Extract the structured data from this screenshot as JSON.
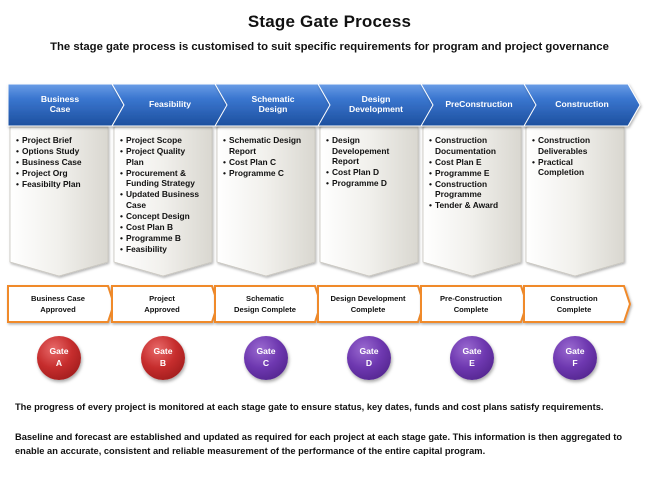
{
  "title": "Stage Gate Process",
  "subtitle": "The stage gate process is customised to suit specific requirements for program and project governance",
  "stages": [
    {
      "label": "Business\nCase",
      "items": [
        "Project Brief",
        "Options Study",
        "Business Case",
        "Project Org",
        "Feasibilty Plan"
      ],
      "approval": "Business Case\nApproved",
      "gate": "Gate\nA",
      "gate_color": "red"
    },
    {
      "label": "Feasibility",
      "items": [
        "Project Scope",
        "Project Quality Plan",
        "Procurement & Funding Strategy",
        "Updated Business Case",
        "Concept Design",
        "Cost Plan B",
        "Programme B",
        "Feasibility"
      ],
      "approval": "Project\nApproved",
      "gate": "Gate\nB",
      "gate_color": "red"
    },
    {
      "label": "Schematic\nDesign",
      "items": [
        "Schematic Design Report",
        "Cost Plan C",
        "Programme C"
      ],
      "approval": "Schematic\nDesign Complete",
      "gate": "Gate\nC",
      "gate_color": "purple"
    },
    {
      "label": "Design\nDevelopment",
      "items": [
        "Design Developement Report",
        "Cost Plan D",
        "Programme D"
      ],
      "approval": "Design Development\nComplete",
      "gate": "Gate\nD",
      "gate_color": "purple"
    },
    {
      "label": "PreConstruction",
      "items": [
        "Construction Documentation",
        "Cost Plan E",
        "Programme E",
        "Construction Programme",
        "Tender & Award"
      ],
      "approval": "Pre-Construction\nComplete",
      "gate": "Gate\nE",
      "gate_color": "purple"
    },
    {
      "label": "Construction",
      "items": [
        "Construction Deliverables",
        "Practical Completion"
      ],
      "approval": "Construction\nComplete",
      "gate": "Gate\nF",
      "gate_color": "purple"
    }
  ],
  "footer": {
    "line1": "The progress of every project is monitored at each stage gate to ensure status, key dates, funds and cost plans satisfy requirements.",
    "line2": "Baseline and forecast are established and updated as required for each project at each stage gate. This information is then aggregated to enable an accurate, consistent and reliable measurement of the performance of the entire capital program."
  },
  "colors": {
    "chevron": "#2e69c0",
    "chevron_light": "#5b90dc",
    "panel": "#efeeea",
    "approval_border": "#f08a2c",
    "gate_red": "#c62d2d",
    "gate_purple": "#6e38b0"
  }
}
